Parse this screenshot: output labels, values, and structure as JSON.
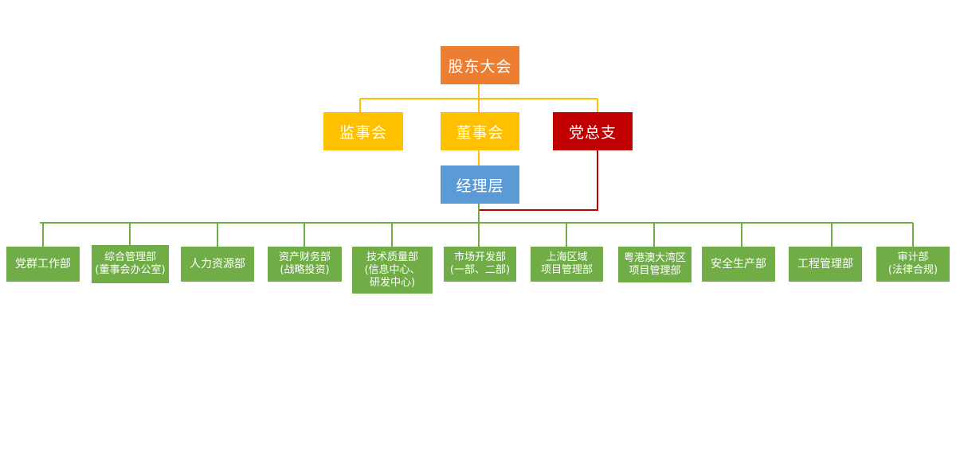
{
  "org_chart": {
    "top": {
      "shareholders": "股东大会",
      "supervisory_board": "监事会",
      "board": "董事会",
      "party_branch": "党总支",
      "management": "经理层"
    },
    "departments": [
      "党群工作部",
      "综合管理部\n(董事会办公室)",
      "人力资源部",
      "资产财务部\n(战略投资)",
      "技术质量部\n(信息中心、\n研发中心)",
      "市场开发部\n(一部、二部)",
      "上海区域\n项目管理部",
      "粤港澳大湾区\n项目管理部",
      "安全生产部",
      "工程管理部",
      "审计部\n(法律合规)"
    ]
  },
  "colors": {
    "shareholders": "#ED7D31",
    "supervisory_and_board": "#FFC000",
    "party_branch": "#C00000",
    "management": "#5B9BD5",
    "departments": "#70AD47",
    "line_yellow": "#FFC000",
    "line_red": "#C00000",
    "line_green": "#70AD47"
  }
}
